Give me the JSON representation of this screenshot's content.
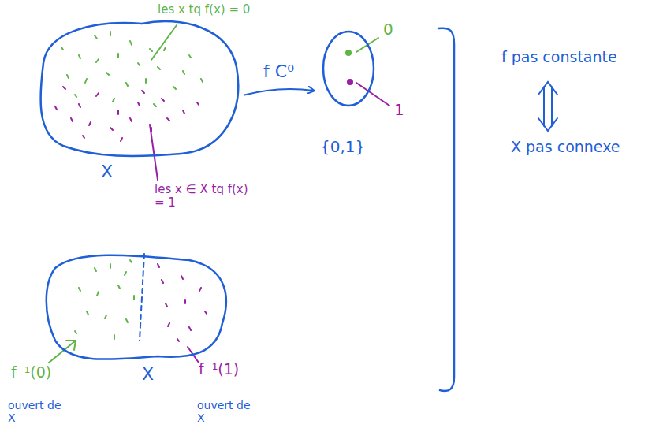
{
  "diagram": {
    "nodes": [
      {
        "text": [
          "X"
        ]
      },
      {
        "text": [
          "{0,1}"
        ]
      },
      {
        "text": [
          "X"
        ]
      }
    ],
    "edges": [
      {
        "from": 0,
        "to": 1,
        "arrow": "to",
        "label": "f C⁰"
      }
    ],
    "labels": [
      "les x tq f(x) = 0",
      "les x ∈ X tq f(x) = 1",
      "0",
      "1",
      "f pas constante",
      "X pas connexe",
      "f⁻¹(0)",
      "ouvert de X",
      "f⁻¹(1)",
      "ouvert de X"
    ]
  }
}
